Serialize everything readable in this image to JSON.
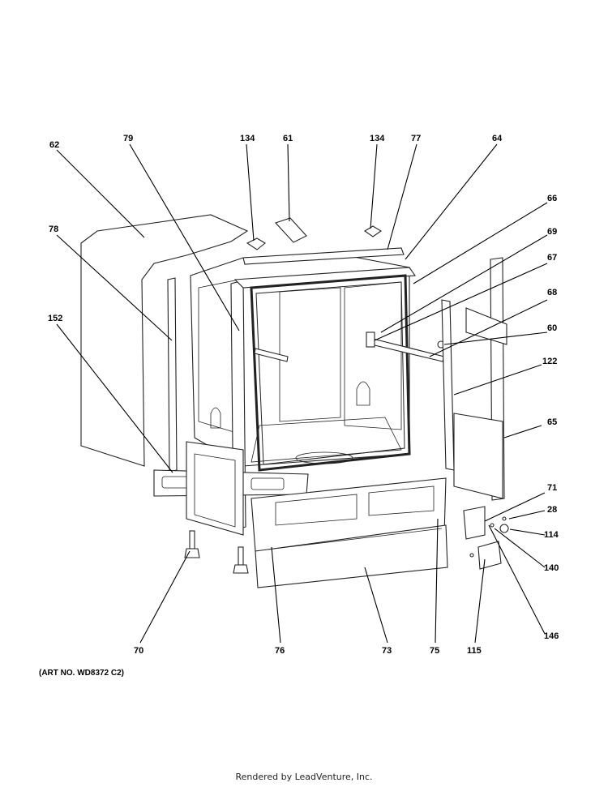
{
  "diagram": {
    "callouts": [
      "62",
      "79",
      "134",
      "61",
      "134",
      "77",
      "64",
      "66",
      "69",
      "67",
      "68",
      "60",
      "122",
      "65",
      "78",
      "152",
      "71",
      "28",
      "114",
      "140",
      "146",
      "70",
      "76",
      "73",
      "75",
      "115"
    ],
    "art_number": "(ART NO. WD8372 C2)",
    "footer": "Rendered by LeadVenture, Inc."
  }
}
